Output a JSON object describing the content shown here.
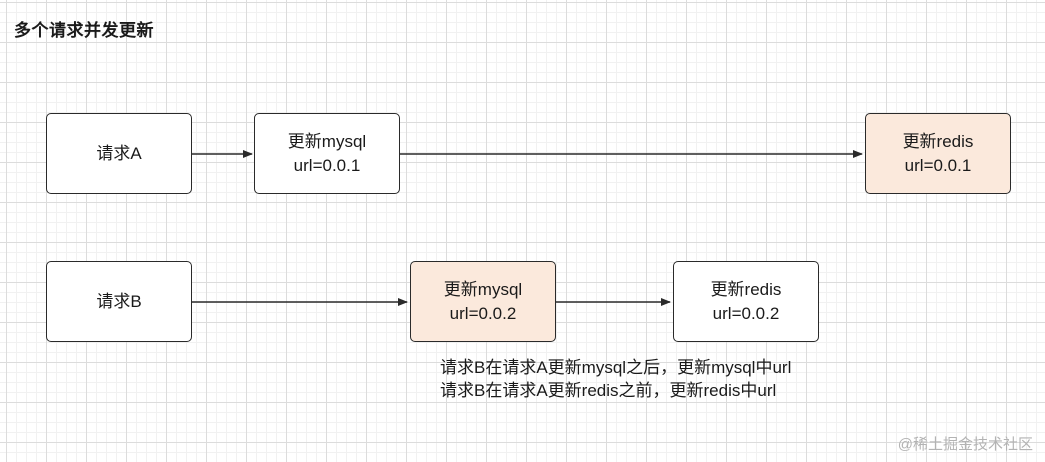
{
  "title": "多个请求并发更新",
  "nodes": {
    "req_a": {
      "label": "请求A"
    },
    "a_mysql": {
      "line1": "更新mysql",
      "line2": "url=0.0.1"
    },
    "a_redis": {
      "line1": "更新redis",
      "line2": "url=0.0.1"
    },
    "req_b": {
      "label": "请求B"
    },
    "b_mysql": {
      "line1": "更新mysql",
      "line2": "url=0.0.2"
    },
    "b_redis": {
      "line1": "更新redis",
      "line2": "url=0.0.2"
    }
  },
  "colors": {
    "highlight_fill": "#fbe9dc",
    "border": "#2a2a2a",
    "arrow": "#2a2a2a"
  },
  "note": {
    "line1": "请求B在请求A更新mysql之后，更新mysql中url",
    "line2": "请求B在请求A更新redis之前，更新redis中url"
  },
  "watermark": "@稀土掘金技术社区"
}
